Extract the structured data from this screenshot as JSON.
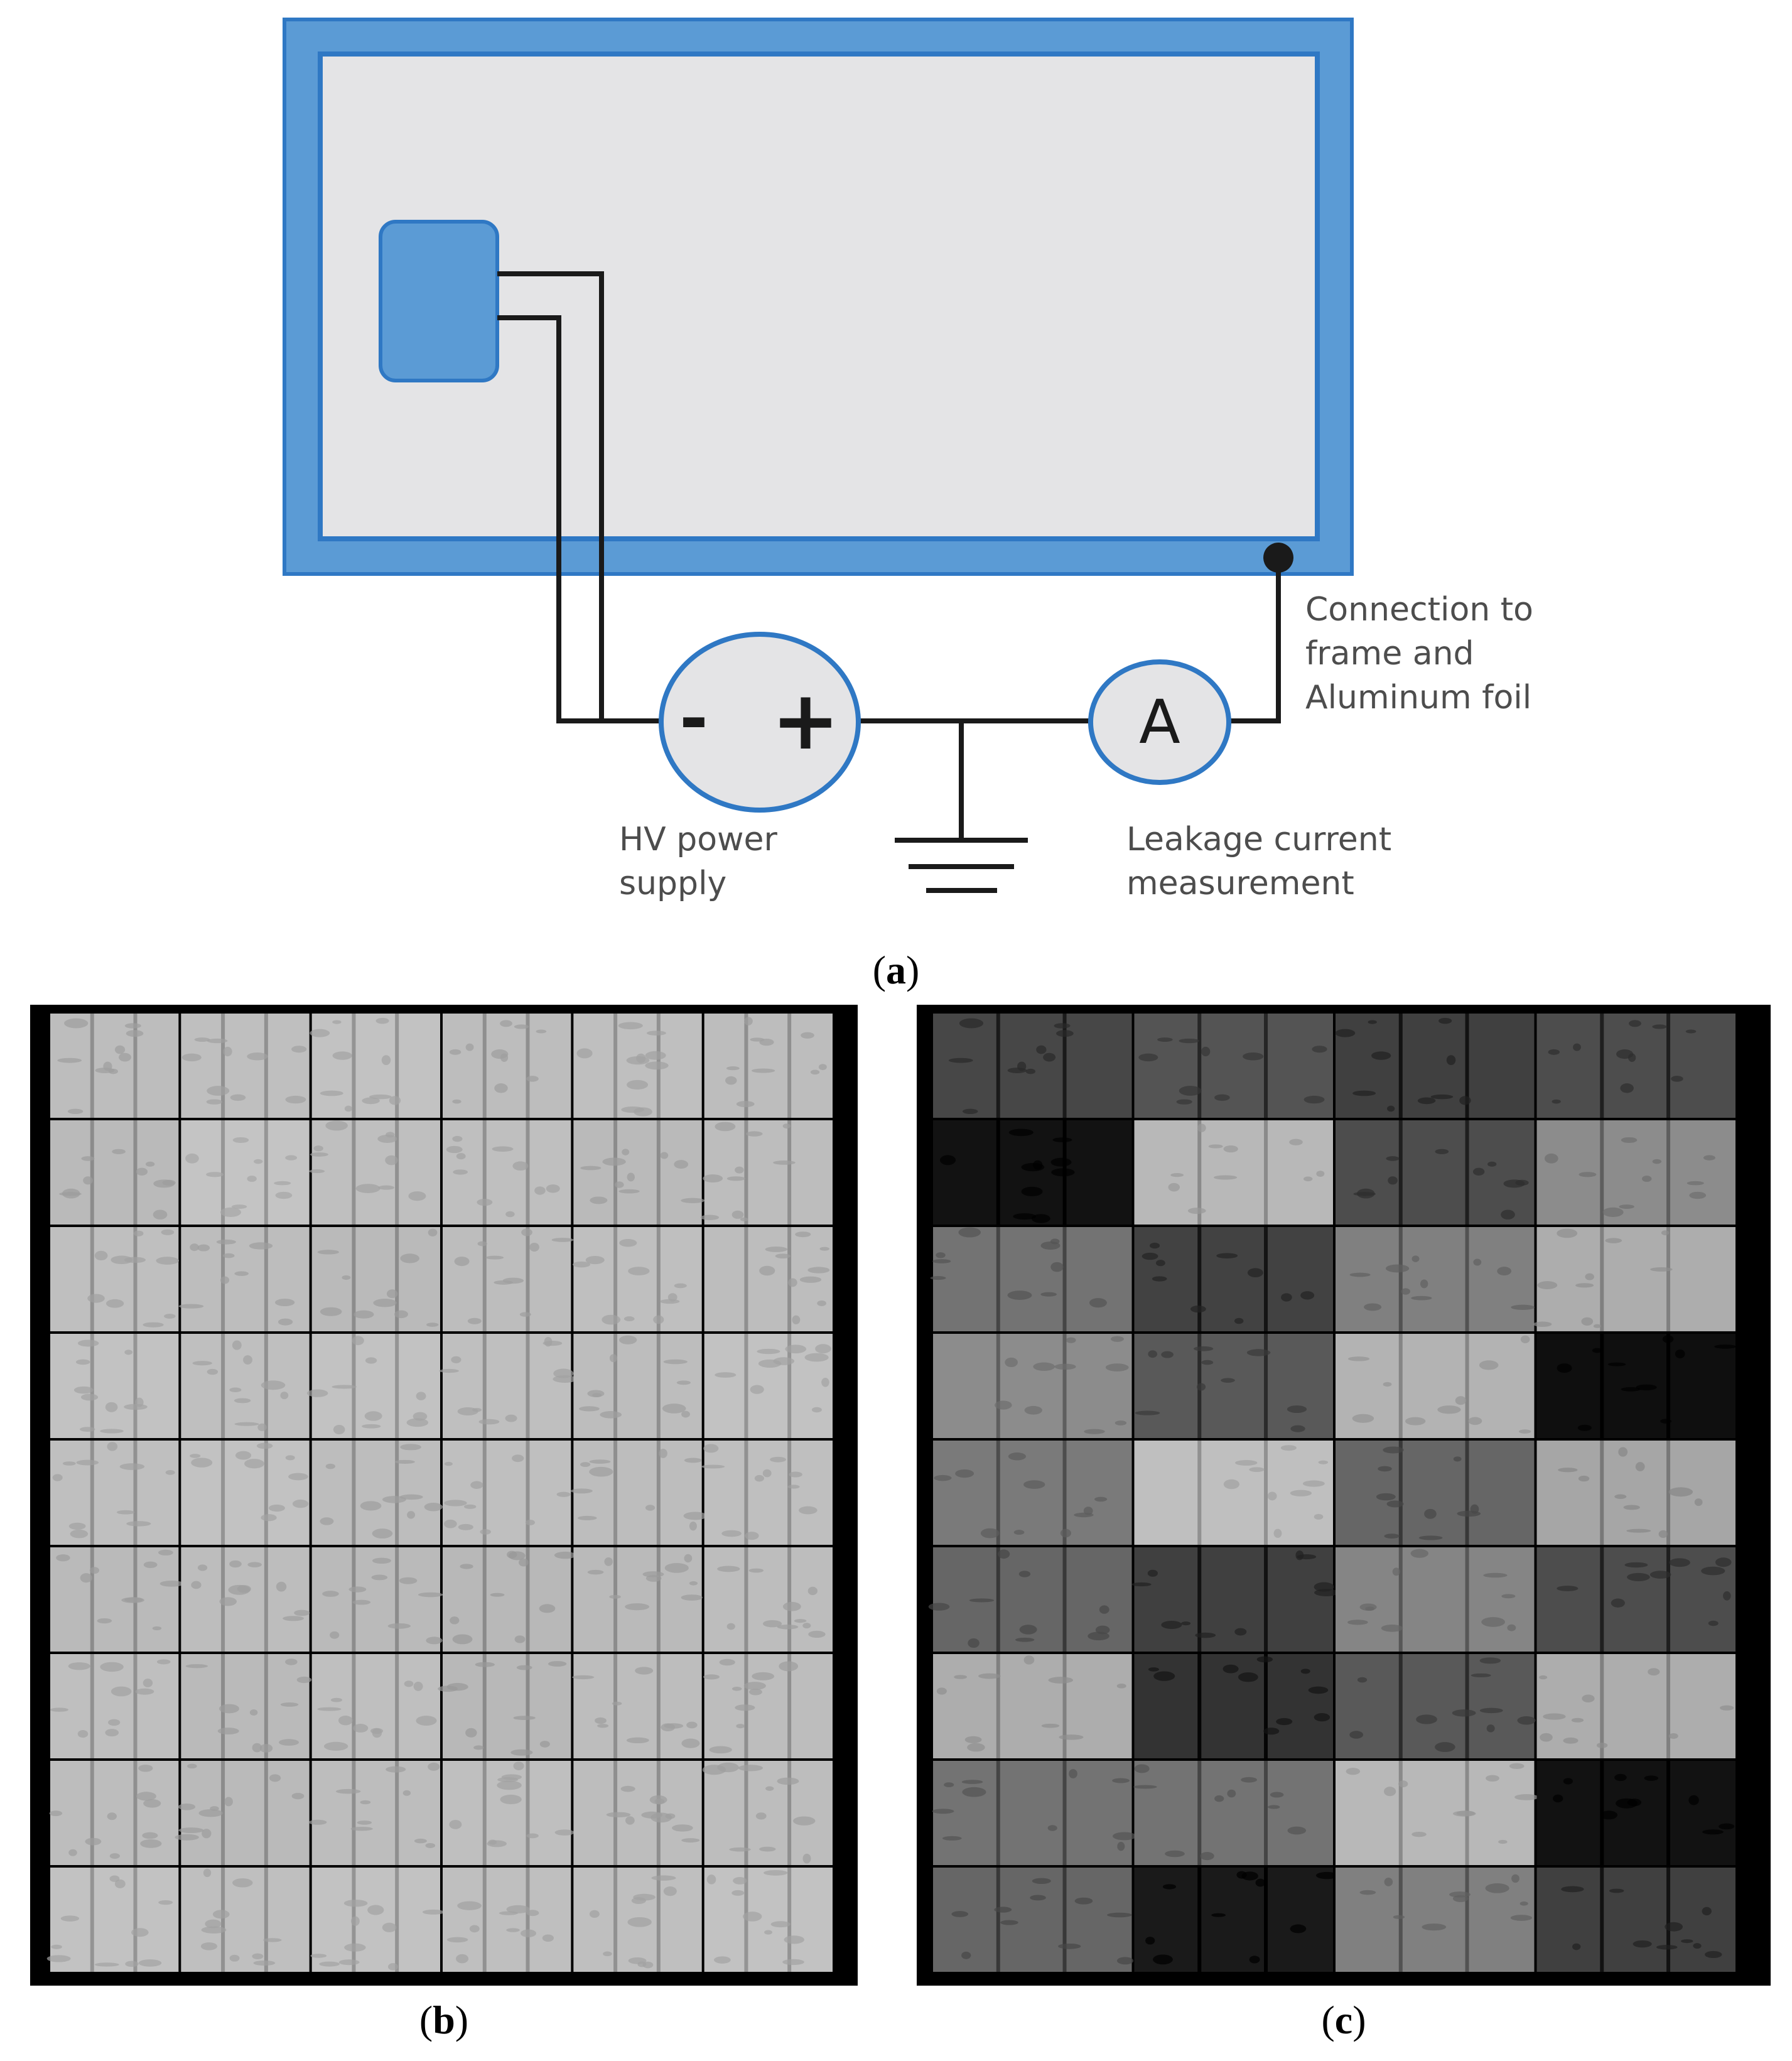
{
  "diagram": {
    "frame_color": "#5b9bd5",
    "module_fill": "#e4e4e6",
    "junction_box_color": "#5b9bd5",
    "wire_color": "#1a1a1a",
    "labels": {
      "connection": [
        "Connection to",
        "frame and",
        "Aluminum foil"
      ],
      "hv_supply": [
        "HV power",
        "supply"
      ],
      "leakage": [
        "Leakage current",
        "measurement"
      ],
      "supply_minus": "-",
      "supply_plus": "+",
      "ammeter": "A"
    }
  },
  "panels": {
    "a_label": {
      "open": "(",
      "letter": "a",
      "close": ")"
    },
    "b_label": {
      "open": "(",
      "letter": "b",
      "close": ")"
    },
    "c_label": {
      "open": "(",
      "letter": "c",
      "close": ")"
    }
  },
  "el_b": {
    "rows": 9,
    "cols": 6,
    "cell_brightness": [
      [
        0.74,
        0.75,
        0.76,
        0.74,
        0.75,
        0.74
      ],
      [
        0.73,
        0.77,
        0.75,
        0.75,
        0.73,
        0.74
      ],
      [
        0.75,
        0.74,
        0.73,
        0.74,
        0.75,
        0.74
      ],
      [
        0.76,
        0.75,
        0.76,
        0.75,
        0.74,
        0.76
      ],
      [
        0.75,
        0.76,
        0.74,
        0.75,
        0.74,
        0.75
      ],
      [
        0.73,
        0.74,
        0.73,
        0.72,
        0.73,
        0.74
      ],
      [
        0.75,
        0.73,
        0.75,
        0.72,
        0.74,
        0.74
      ],
      [
        0.74,
        0.73,
        0.74,
        0.75,
        0.74,
        0.74
      ],
      [
        0.76,
        0.75,
        0.76,
        0.75,
        0.75,
        0.76
      ]
    ]
  },
  "el_c": {
    "rows": 9,
    "cols": 4,
    "cell_brightness": [
      [
        0.28,
        0.33,
        0.25,
        0.3
      ],
      [
        0.07,
        0.72,
        0.3,
        0.55
      ],
      [
        0.45,
        0.26,
        0.5,
        0.68
      ],
      [
        0.55,
        0.35,
        0.7,
        0.06
      ],
      [
        0.48,
        0.75,
        0.4,
        0.65
      ],
      [
        0.4,
        0.25,
        0.52,
        0.3
      ],
      [
        0.68,
        0.2,
        0.35,
        0.68
      ],
      [
        0.45,
        0.45,
        0.72,
        0.07
      ],
      [
        0.4,
        0.1,
        0.5,
        0.25
      ]
    ]
  }
}
